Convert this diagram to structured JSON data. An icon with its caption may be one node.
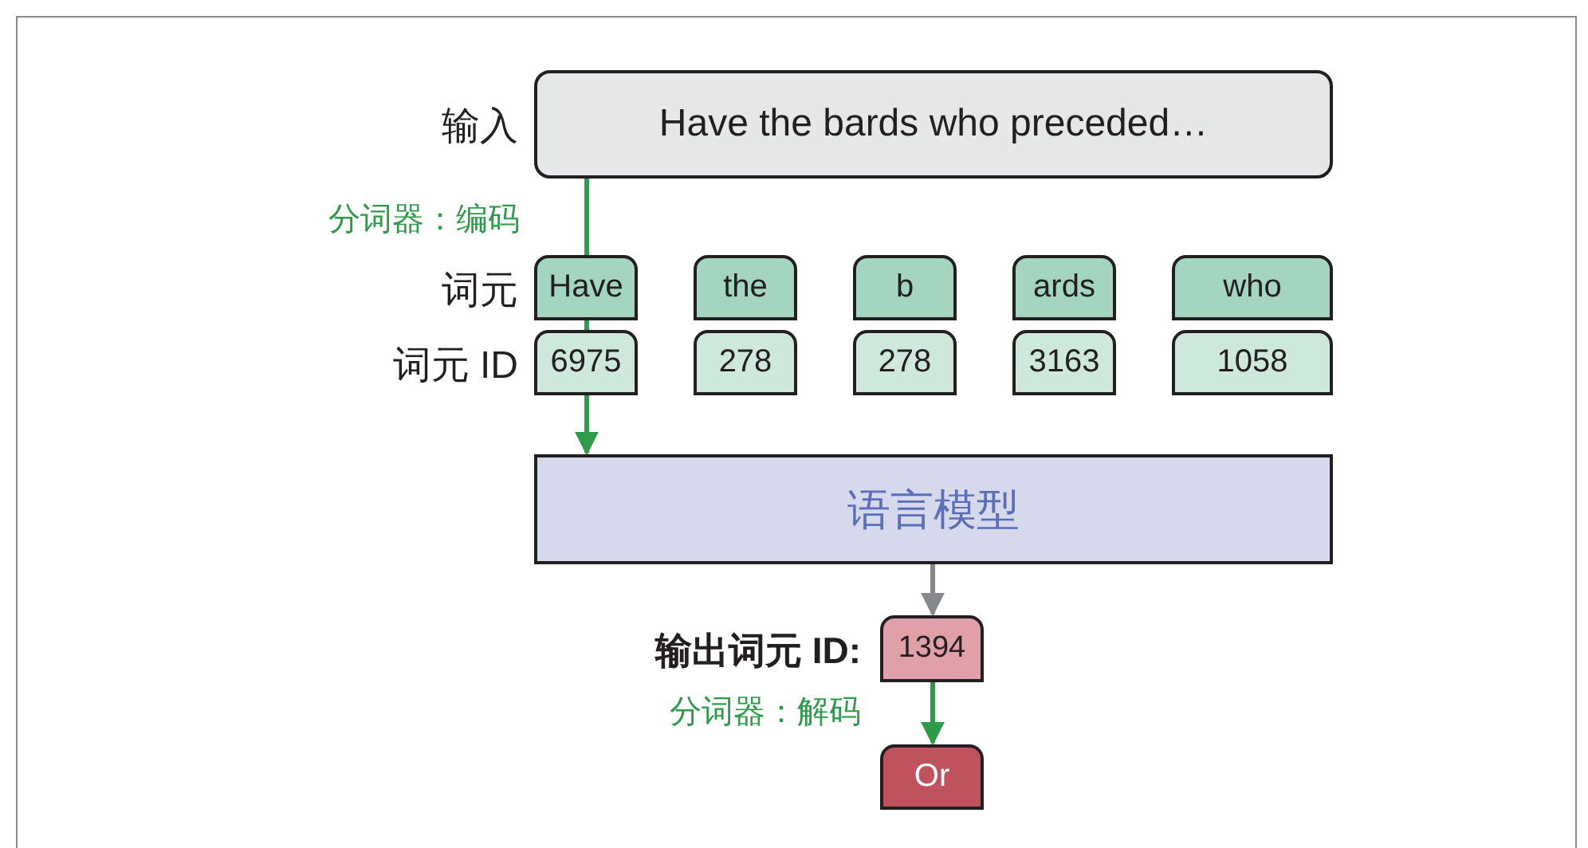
{
  "diagram": {
    "nodes": [
      {
        "text": [
          "Have the bards who preceded…"
        ],
        "beside": [
          "输入"
        ]
      },
      {
        "text": [
          "Have"
        ]
      },
      {
        "text": [
          "the"
        ]
      },
      {
        "text": [
          "b"
        ]
      },
      {
        "text": [
          "ards"
        ]
      },
      {
        "text": [
          "who"
        ]
      },
      {
        "text": [
          "6975"
        ]
      },
      {
        "text": [
          "278"
        ]
      },
      {
        "text": [
          "278"
        ]
      },
      {
        "text": [
          "3163"
        ]
      },
      {
        "text": [
          "1058"
        ]
      },
      {
        "text": [
          "语言模型"
        ]
      },
      {
        "text": [
          "1394"
        ],
        "beside": [
          "输出词元 ID:"
        ]
      },
      {
        "text": [
          "Or"
        ]
      }
    ],
    "edges": [
      {
        "from": 0,
        "to": 1,
        "arrow": "none",
        "label": "分词器：编码"
      },
      {
        "from": 1,
        "to": 6,
        "arrow": "none"
      },
      {
        "from": 6,
        "to": 11,
        "arrow": "to"
      },
      {
        "from": 11,
        "to": 12,
        "arrow": "to",
        "color": "#87888c"
      },
      {
        "from": 12,
        "to": 13,
        "arrow": "to",
        "label": "分词器：解码"
      }
    ],
    "labels": [
      "词元",
      "词元 ID"
    ]
  }
}
